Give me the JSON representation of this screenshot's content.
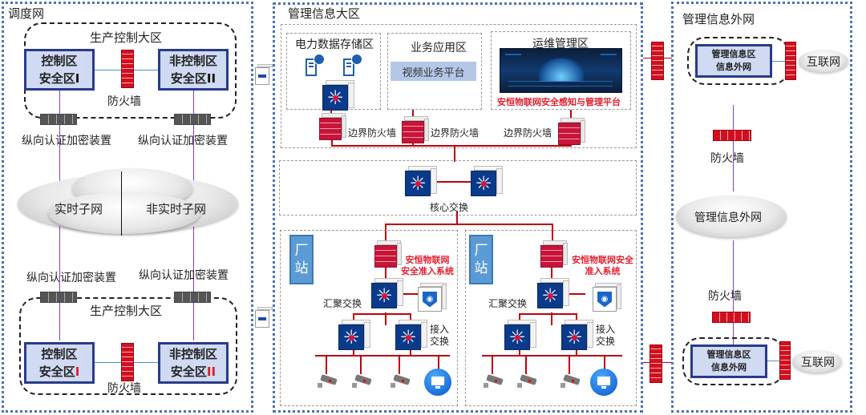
{
  "dispatch_net": {
    "title": "调度网",
    "top_region": {
      "title": "生产控制大区",
      "zone1": {
        "line1": "控制区",
        "line2": "安全区",
        "roman": "I"
      },
      "zone2": {
        "line1": "非控制区",
        "line2": "安全区",
        "roman": "II"
      },
      "firewall_label": "防火墙"
    },
    "encrypt_label_tl": "纵向认证加密装置",
    "encrypt_label_tr": "纵向认证加密装置",
    "cloud": {
      "left": "实时子网",
      "right": "非实时子网"
    },
    "encrypt_label_bl": "纵向认证加密装置",
    "encrypt_label_br": "纵向认证加密装置",
    "bottom_region": {
      "title": "生产控制大区",
      "zone1": {
        "line1": "控制区",
        "line2": "安全区",
        "roman": "I"
      },
      "zone2": {
        "line1": "非控制区",
        "line2": "安全区",
        "roman": "II"
      },
      "firewall_label": "防火墙"
    }
  },
  "mgmt_info": {
    "title": "管理信息大区",
    "storage_zone": {
      "title": "电力数据存储区"
    },
    "app_zone": {
      "title": "业务应用区",
      "platform": "视频业务平台"
    },
    "ops_zone": {
      "title": "运维管理区",
      "platform": "安恒物联网安全感知与管理平台"
    },
    "border_fw_labels": [
      "边界防火墙",
      "边界防火墙",
      "边界防火墙"
    ],
    "core_switch_label": "核心交换",
    "stations": [
      {
        "station_label": [
          "厂",
          "站"
        ],
        "nac_label": "安恒物联网\n安全准入系统",
        "nac_line1": "安恒物联网",
        "nac_line2": "安全准入系统",
        "agg_label": "汇聚交换",
        "access_label_1": "接入",
        "access_label_2": "交换"
      },
      {
        "station_label": [
          "厂",
          "站"
        ],
        "nac_line1": "安恒物联网安全",
        "nac_line2": "准入系统",
        "agg_label": "汇聚交换",
        "access_label_1": "接入",
        "access_label_2": "交换"
      }
    ]
  },
  "mgmt_external": {
    "title": "管理信息外网",
    "top_box": {
      "line1": "管理信息区",
      "line2": "信息外网",
      "internet": "互联网"
    },
    "firewall_top_label": "防火墙",
    "cloud_label": "管理信息外网",
    "firewall_bottom_label": "防火墙",
    "bottom_box": {
      "line1": "管理信息区",
      "line2": "信息外网",
      "internet": "互联网"
    }
  },
  "colors": {
    "panel_border": "#4a72b0",
    "zone_fill": "#d0daf2",
    "zone_border": "#2a3a8c",
    "firewall_red": "#d01020",
    "link_red": "#c00010",
    "link_purple": "#8a3cbd",
    "highlight_red": "#e02030",
    "switch_blue": "#0a3a8a",
    "station_blue": "#5b9bd5",
    "platform_fill": "#b4c7e7"
  }
}
